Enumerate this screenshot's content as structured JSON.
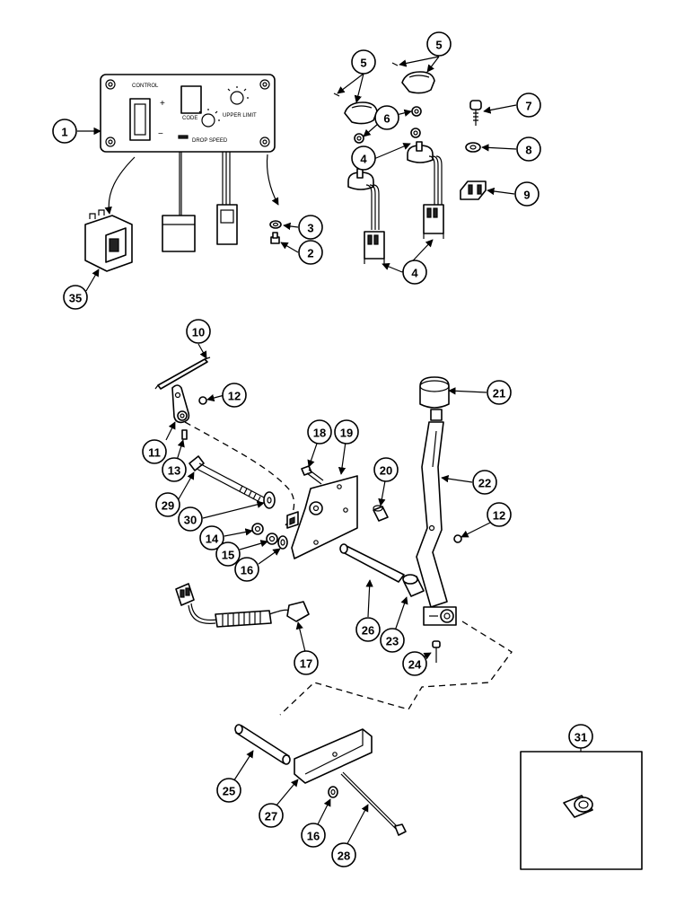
{
  "diagram": {
    "control_panel": {
      "top_label": "CONTROL",
      "code_label": "CODE",
      "upper_limit_label": "UPPER LIMIT",
      "drop_speed_label": "DROP SPEED",
      "plus_sign": "+",
      "minus_sign": "−"
    },
    "callouts": [
      "1",
      "2",
      "3",
      "4",
      "4",
      "4",
      "5",
      "5",
      "6",
      "7",
      "8",
      "9",
      "35",
      "10",
      "11",
      "12",
      "12",
      "13",
      "14",
      "15",
      "16",
      "16",
      "17",
      "18",
      "19",
      "20",
      "21",
      "22",
      "23",
      "24",
      "25",
      "26",
      "27",
      "28",
      "29",
      "30",
      "31"
    ]
  }
}
